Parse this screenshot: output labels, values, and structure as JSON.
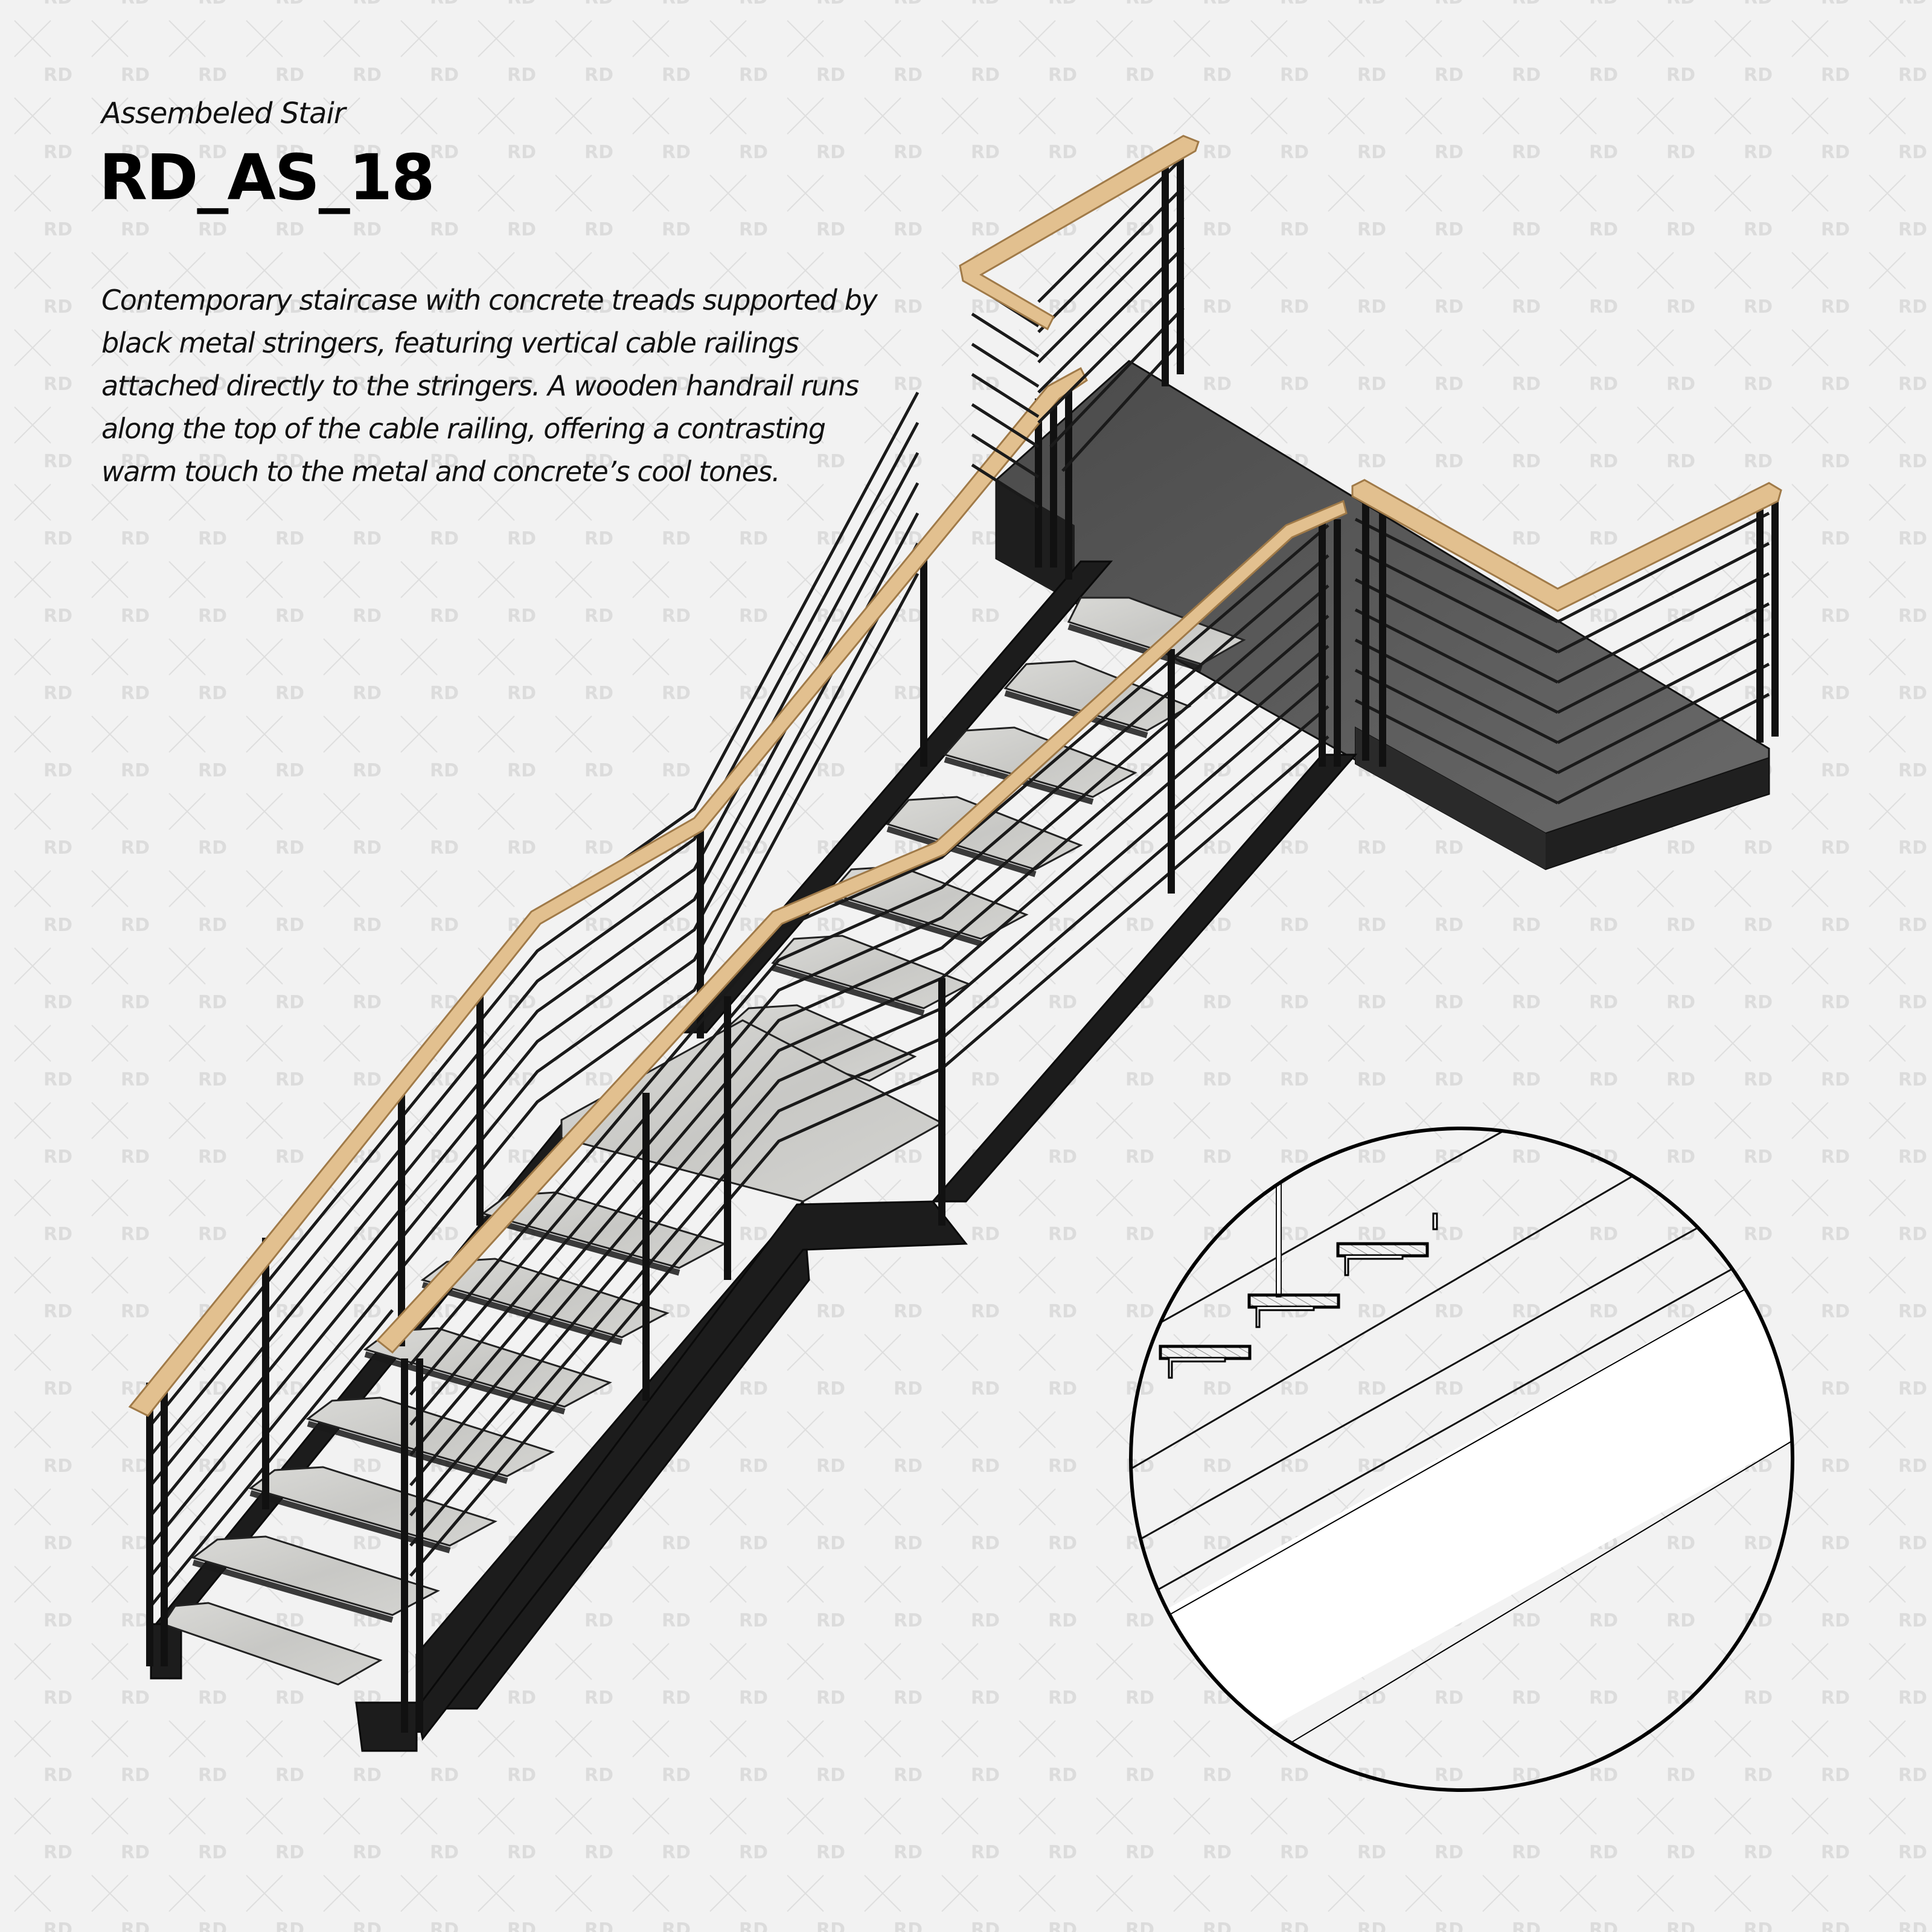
{
  "header": {
    "subtitle": "Assembeled Stair",
    "title": "RD_AS_18"
  },
  "description": "Contemporary staircase with concrete treads supported by black metal stringers, featuring vertical cable railings attached directly to the stringers. A wooden handrail runs along the top of the cable railing, offering a contrasting warm touch to the metal and concrete’s cool tones.",
  "watermark": {
    "text": "RD",
    "pattern": "x-cross"
  },
  "illustration": {
    "type": "isometric-stair-render",
    "components": [
      "concrete-treads",
      "black-metal-stringers",
      "cable-railing",
      "wooden-handrail",
      "landing-platform"
    ],
    "tread_count_lower_flight": 8,
    "tread_count_upper_flight": 7,
    "colors": {
      "background": "#f2f2f2",
      "stringer": "#1c1c1c",
      "landing_top": "#5a5a5a",
      "landing_side": "#222222",
      "concrete": "#cfcfcc",
      "handrail": "#e2c08f",
      "handrail_edge": "#b58d58",
      "cable": "#1a1a1a",
      "section_outline": "#000000",
      "hatch": "#8a8a8a"
    }
  },
  "detail": {
    "type": "circular-section-detail",
    "treads_shown": 3,
    "label": ""
  }
}
